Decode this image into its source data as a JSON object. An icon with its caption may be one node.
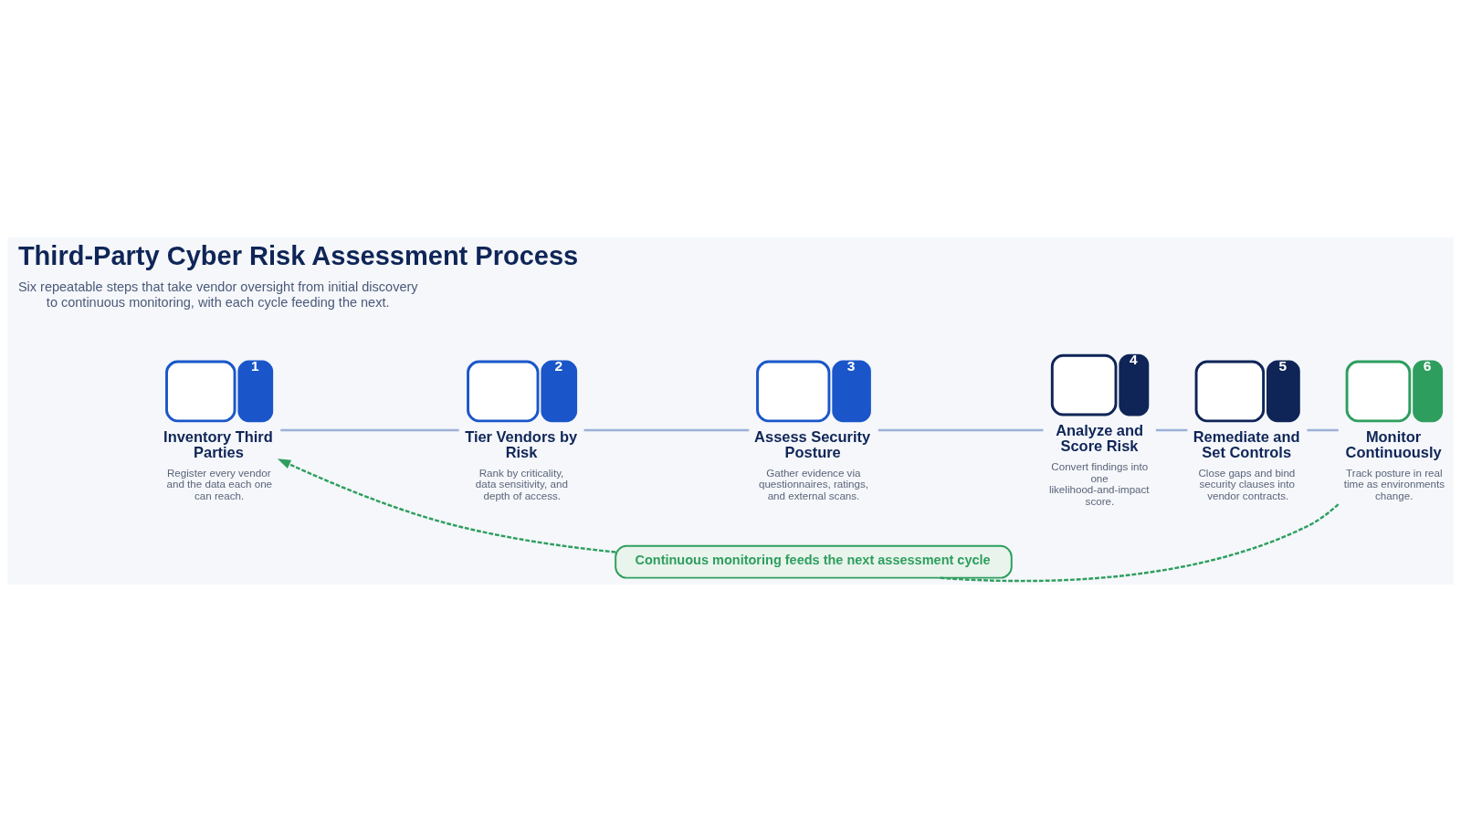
{
  "diagram": {
    "title": "Third-Party Cyber Risk Assessment Process",
    "nodes": [
      {
        "text": [
          "1",
          "Inventory Third Parties",
          "Register every vendor and the data each one can reach."
        ]
      },
      {
        "text": [
          "2",
          "Tier Vendors by Risk",
          "Rank by criticality, data sensitivity, and depth of access."
        ]
      },
      {
        "text": [
          "3",
          "Assess Security Posture",
          "Gather evidence via questionnaires, ratings, and external scans."
        ]
      },
      {
        "text": [
          "4",
          "Analyze and Score Risk",
          "Convert findings into one likelihood-and-impact score."
        ]
      },
      {
        "text": [
          "5",
          "Remediate and Set Controls",
          "Close gaps and bind security clauses into vendor contracts."
        ]
      },
      {
        "text": [
          "6",
          "Monitor Continuously",
          "Track posture in real time as environments change."
        ]
      },
      {
        "text": [
          "Continuous monitoring feeds the next assessment cycle"
        ]
      }
    ],
    "edges": [
      {
        "from": 0,
        "to": 1,
        "arrow": "none"
      },
      {
        "from": 1,
        "to": 2,
        "arrow": "none"
      },
      {
        "from": 2,
        "to": 3,
        "arrow": "none"
      },
      {
        "from": 3,
        "to": 4,
        "arrow": "none"
      },
      {
        "from": 4,
        "to": 5,
        "arrow": "none"
      },
      {
        "from": 5,
        "to": 6,
        "arrow": "none",
        "style": "dashed",
        "color": "#2e9e5e"
      },
      {
        "from": 6,
        "to": 0,
        "arrow": "to",
        "style": "dashed",
        "color": "#2e9e5e"
      }
    ],
    "labels": [
      "Six repeatable steps that take vendor oversight from initial discovery to continuous monitoring, with each cycle feeding the next."
    ]
  }
}
